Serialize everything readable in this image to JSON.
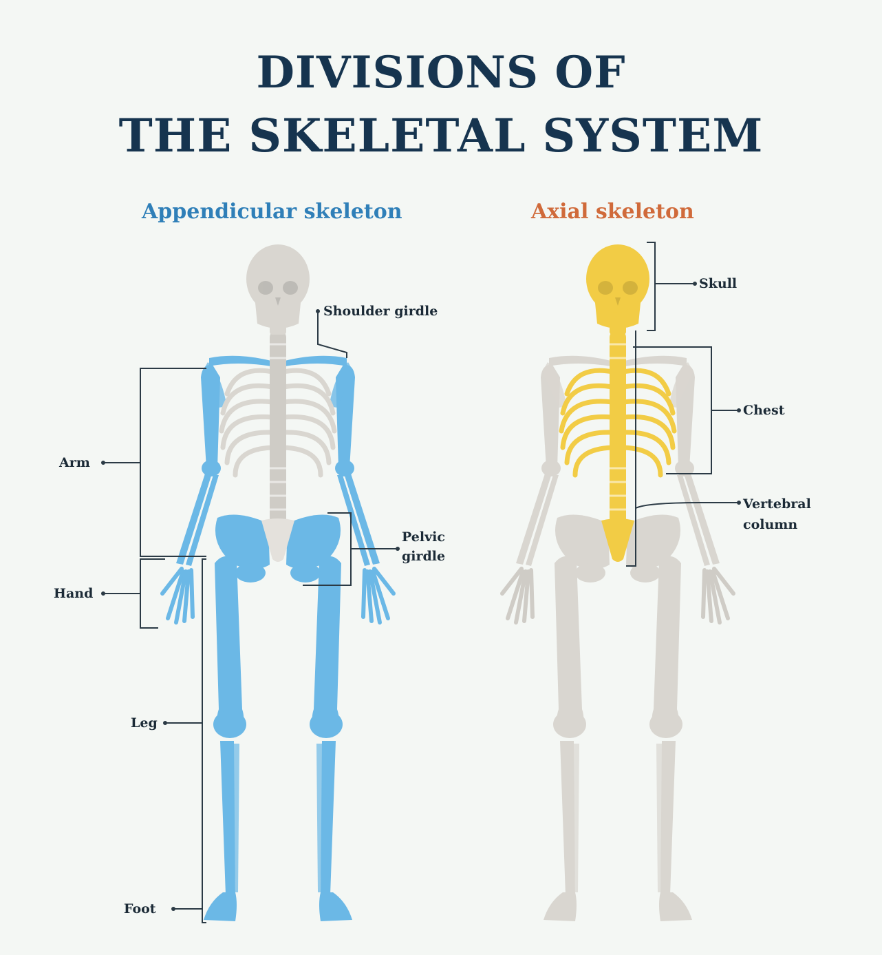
{
  "title": {
    "line1": "DIVISIONS OF",
    "line2": "THE SKELETAL SYSTEM"
  },
  "appendicular": {
    "heading": "Appendicular skeleton",
    "labels": {
      "shoulder_girdle": "Shoulder girdle",
      "arm": "Arm",
      "hand": "Hand",
      "pelvic_girdle_1": "Pelvic",
      "pelvic_girdle_2": "girdle",
      "leg": "Leg",
      "foot": "Foot"
    }
  },
  "axial": {
    "heading": "Axial skeleton",
    "labels": {
      "skull": "Skull",
      "chest": "Chest",
      "vertebral_column_1": "Vertebral",
      "vertebral_column_2": "column"
    }
  },
  "colors": {
    "title": "#16344f",
    "appendicular_heading": "#2f7fb8",
    "axial_heading": "#d06a3a",
    "appendicular_bone": "#6bb8e6",
    "axial_bone": "#f2cc45",
    "neutral_bone": "#d9d6d0"
  }
}
